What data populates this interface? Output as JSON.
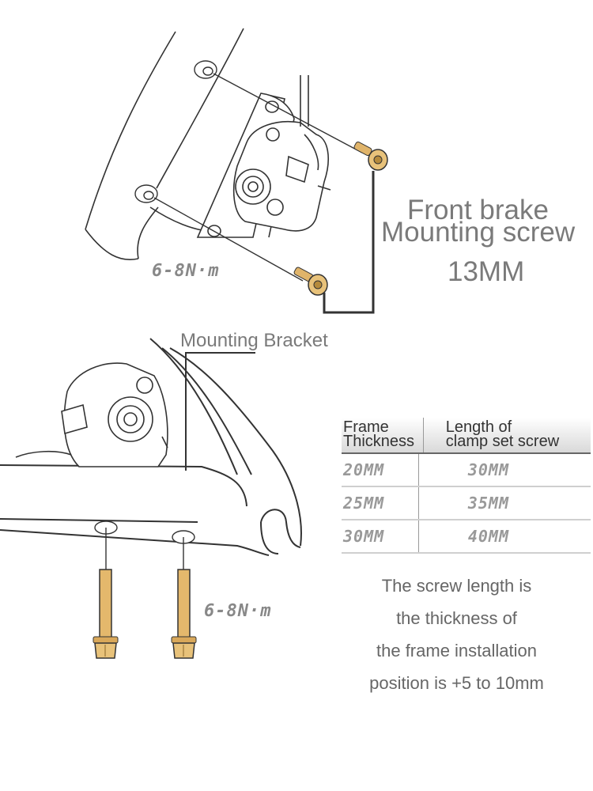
{
  "callout": {
    "line1": "Front brake",
    "line2": "Mounting screw",
    "line3": "13MM"
  },
  "torque_top": "6-8N·m",
  "torque_bottom": "6-8N·m",
  "bracket_label": "Mounting Bracket",
  "table": {
    "header_col1": [
      "Frame",
      "Thickness"
    ],
    "header_col2": [
      "Length of",
      "clamp set screw"
    ],
    "rows": [
      {
        "thickness": "20MM",
        "length": "30MM"
      },
      {
        "thickness": "25MM",
        "length": "35MM"
      },
      {
        "thickness": "30MM",
        "length": "40MM"
      }
    ]
  },
  "note": {
    "lines": [
      "The screw length is",
      "the thickness of",
      "the frame installation",
      "position is +5 to 10mm"
    ]
  },
  "colors": {
    "screw_gold": "#e0b46a",
    "line_dark": "#333333",
    "text_gray": "#777777"
  }
}
